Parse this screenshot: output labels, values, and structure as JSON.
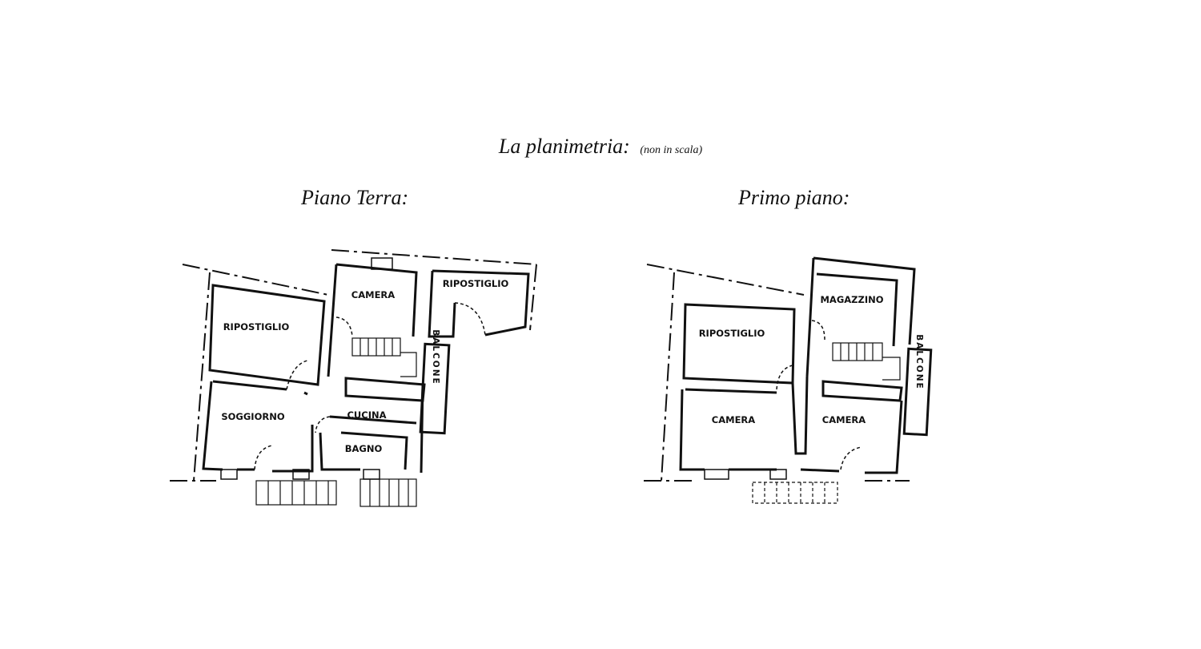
{
  "header": {
    "title": "La planimetria:",
    "note": "(non in scala)"
  },
  "floors": [
    {
      "title": "Piano Terra:",
      "rooms": {
        "camera": "CAMERA",
        "ripostiglio_right": "RIPOSTIGLIO",
        "ripostiglio_left": "RIPOSTIGLIO",
        "soggiorno": "SOGGIORNO",
        "cucina": "CUCINA",
        "bagno": "BAGNO",
        "balcone": "BALCONE"
      }
    },
    {
      "title": "Primo piano:",
      "rooms": {
        "magazzino": "MAGAZZINO",
        "ripostiglio": "RIPOSTIGLIO",
        "camera_left": "CAMERA",
        "camera_right": "CAMERA",
        "balcone": "BALCONE"
      }
    }
  ]
}
